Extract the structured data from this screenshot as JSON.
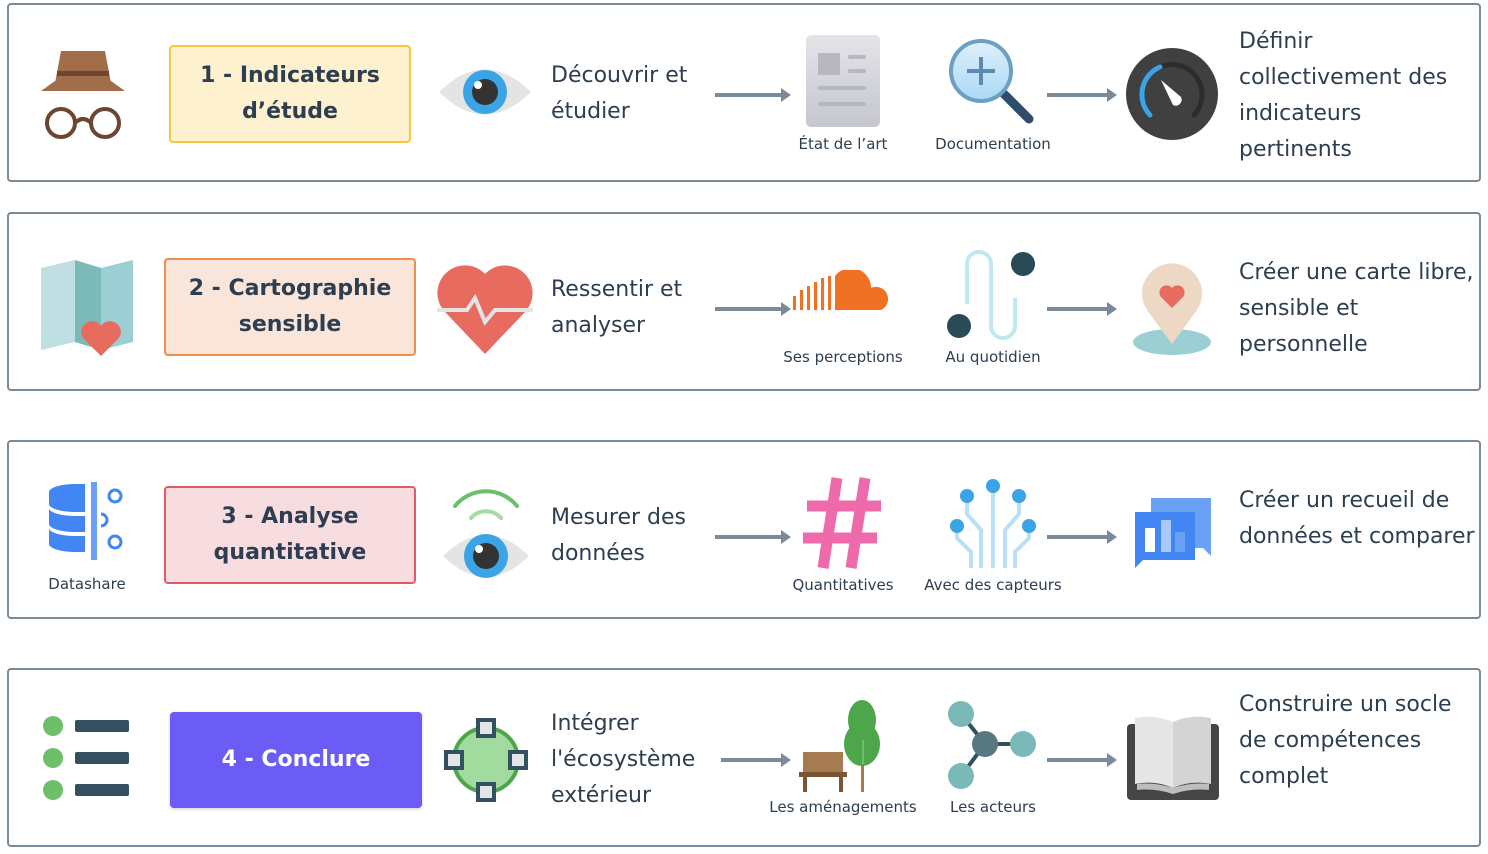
{
  "colors": {
    "frame_border": "#7a8a98",
    "step1_bg": "#fdf1cf",
    "step1_border": "#f5c842",
    "step2_bg": "#fae5db",
    "step2_border": "#ee8e4f",
    "step3_bg": "#f8dde0",
    "step3_border": "#e05a6a",
    "step4_bg": "#6a5cf5",
    "step4_text": "#ffffff",
    "text": "#2c3e50"
  },
  "rows": [
    {
      "lead_icon": "incognito-hat-glasses-icon",
      "lead_caption": "",
      "step_label": "1 - Indicateurs d’étude",
      "action_icon": "eye-icon",
      "action_text": "Découvrir et étudier",
      "tool1_icon": "document-icon",
      "tool1_caption": "État de l’art",
      "tool2_icon": "magnifier-plus-icon",
      "tool2_caption": "Documentation",
      "result_icon": "gauge-icon",
      "result_text": "Définir collectivement des indicateurs pertinents"
    },
    {
      "lead_icon": "map-heart-icon",
      "lead_caption": "",
      "step_label": "2 - Cartographie sensible",
      "action_icon": "heart-pulse-icon",
      "action_text": "Ressentir et analyser",
      "tool1_icon": "soundcloud-icon",
      "tool1_caption": "Ses perceptions",
      "tool2_icon": "path-route-icon",
      "tool2_caption": "Au quotidien",
      "result_icon": "location-pin-heart-icon",
      "result_text": "Créer une carte libre, sensible et personnelle"
    },
    {
      "lead_icon": "datashare-database-icon",
      "lead_caption": "Datashare",
      "step_label": "3 - Analyse quantitative",
      "action_icon": "eye-signal-icon",
      "action_text": "Mesurer des données",
      "tool1_icon": "hashtag-icon",
      "tool1_caption": "Quantitatives",
      "tool2_icon": "sensor-circuit-icon",
      "tool2_caption": "Avec des capteurs",
      "result_icon": "chart-chat-icon",
      "result_text": "Créer un recueil de données et comparer"
    },
    {
      "lead_icon": "bullet-list-icon",
      "lead_caption": "",
      "step_label": "4 - Conclure",
      "action_icon": "node-circle-icon",
      "action_text": "Intégrer l'écosystème extérieur",
      "tool1_icon": "bench-tree-icon",
      "tool1_caption": "Les aménagements",
      "tool2_icon": "network-nodes-icon",
      "tool2_caption": "Les acteurs",
      "result_icon": "open-book-icon",
      "result_text": "Construire un socle de compétences complet"
    }
  ]
}
